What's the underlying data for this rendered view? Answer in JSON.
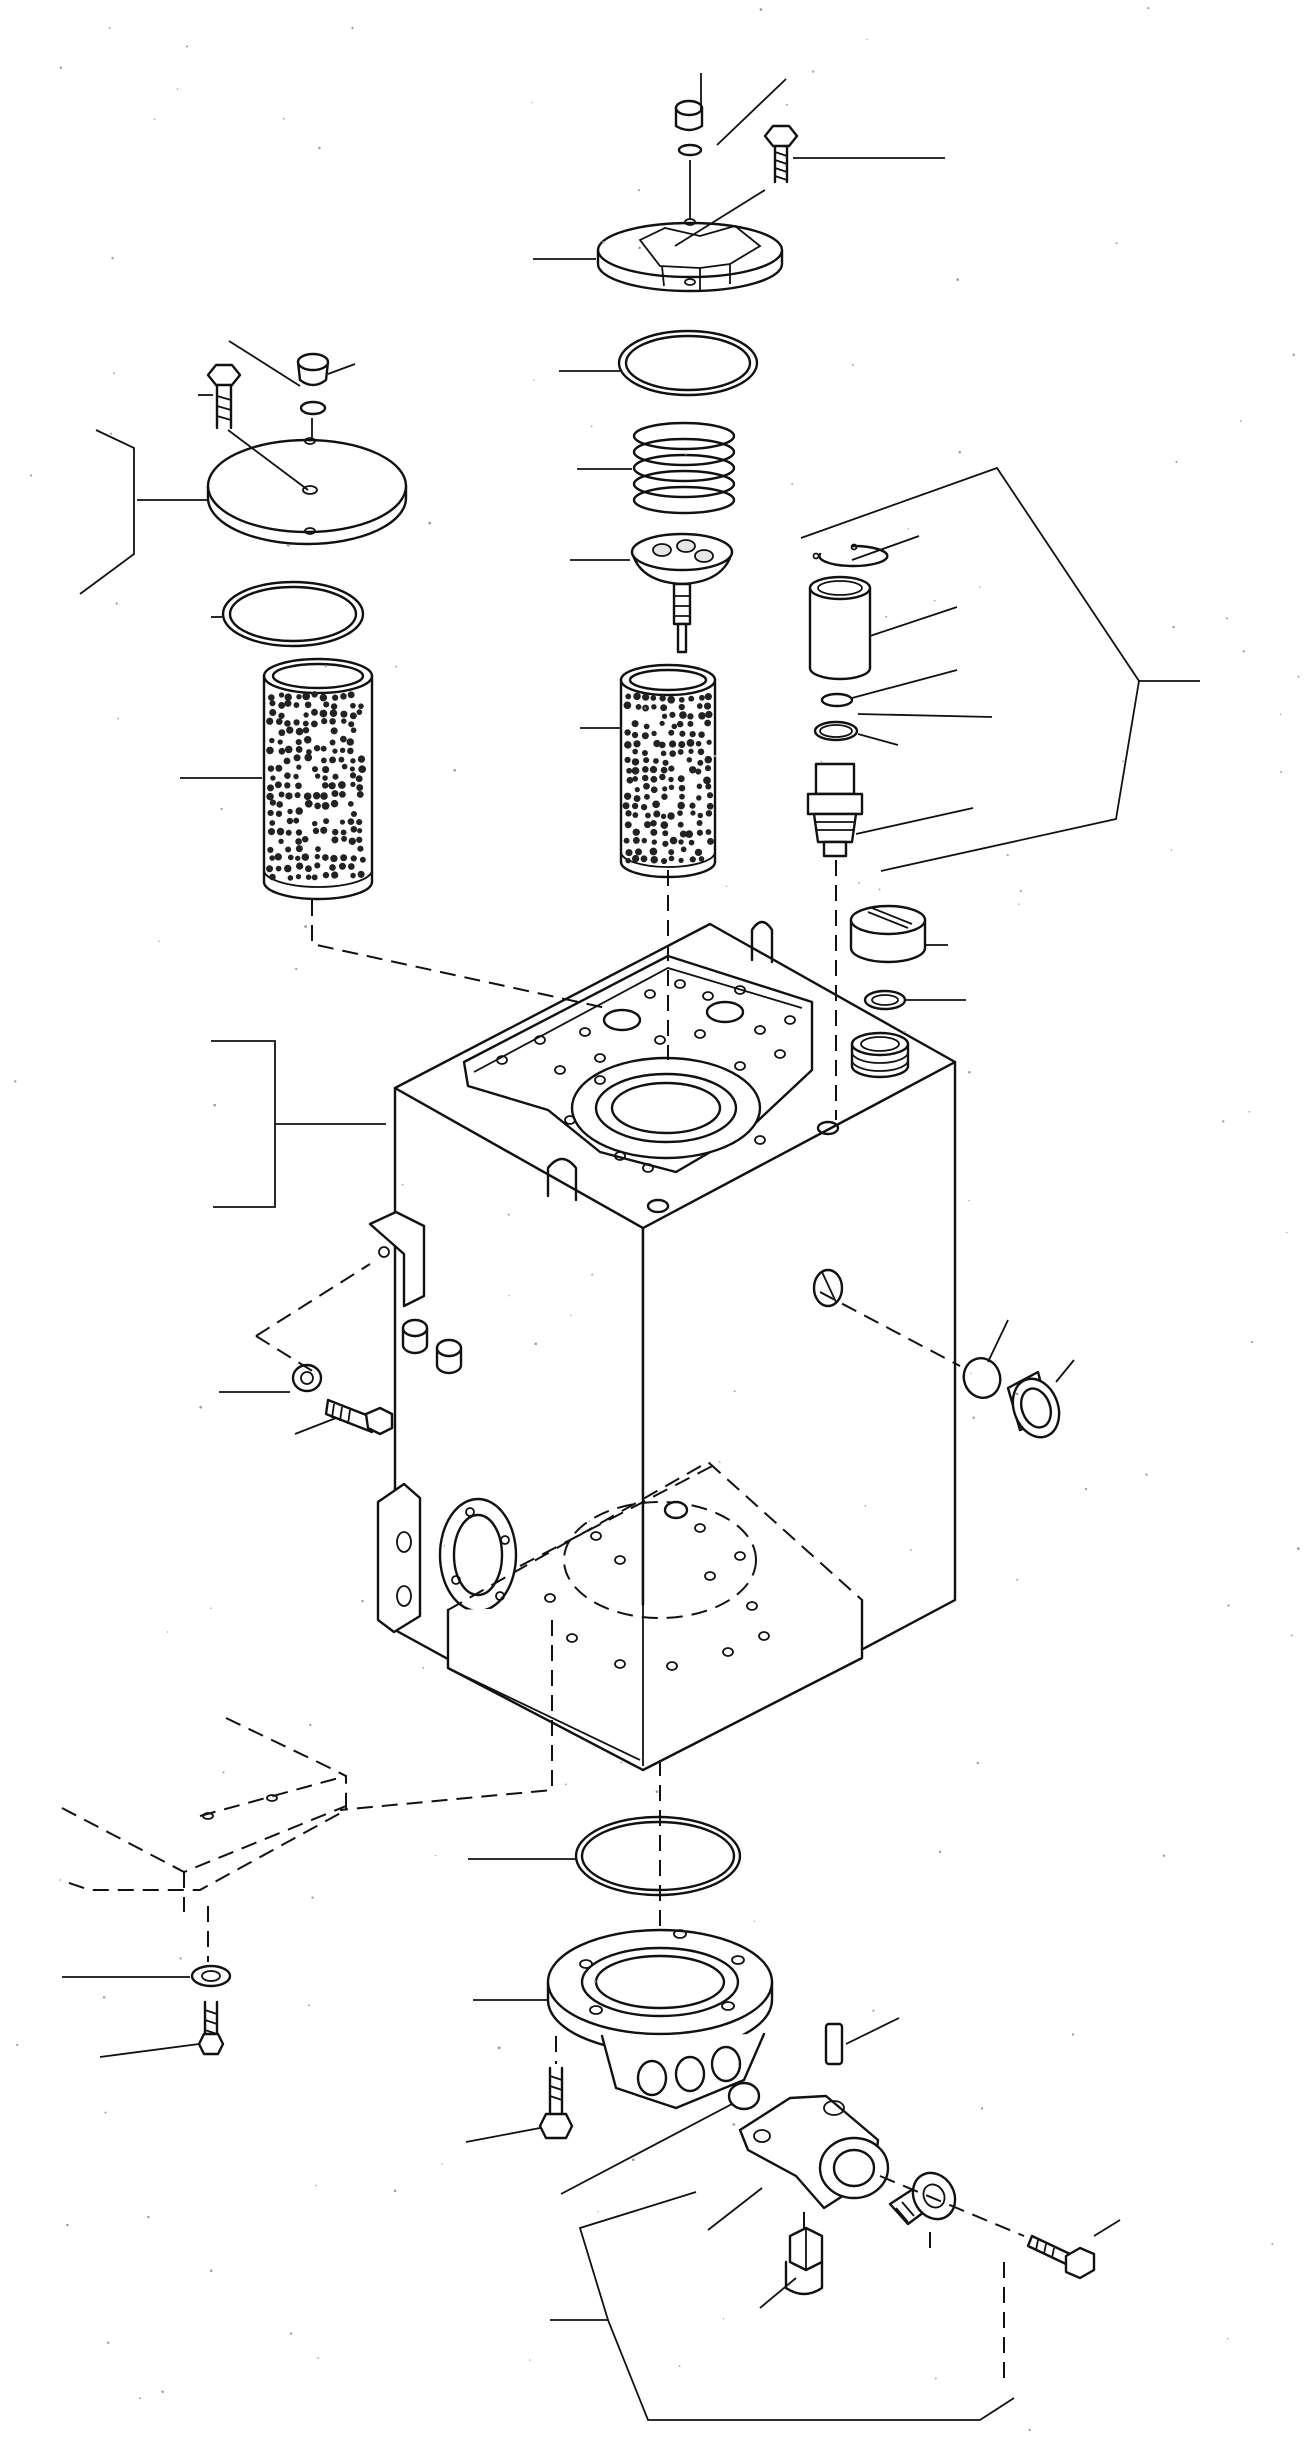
{
  "figure": {
    "kind": "exploded-parts-view",
    "subject": "tank-assembly",
    "line_color": "#111111",
    "background": "#ffffff"
  },
  "parts": [
    {
      "id": "top-cover-bolt"
    },
    {
      "id": "top-cover-plug"
    },
    {
      "id": "top-cover-plug-oring"
    },
    {
      "id": "top-cover"
    },
    {
      "id": "top-oring"
    },
    {
      "id": "spring"
    },
    {
      "id": "valve"
    },
    {
      "id": "strainer-center"
    },
    {
      "id": "left-cover-bolt"
    },
    {
      "id": "left-cover-plug"
    },
    {
      "id": "left-cover"
    },
    {
      "id": "left-oring"
    },
    {
      "id": "strainer-left"
    },
    {
      "id": "breather-snap-ring"
    },
    {
      "id": "breather-element"
    },
    {
      "id": "breather-oring-1"
    },
    {
      "id": "breather-oring-2"
    },
    {
      "id": "breather-valve"
    },
    {
      "id": "filler-cap"
    },
    {
      "id": "filler-gasket"
    },
    {
      "id": "tank-body"
    },
    {
      "id": "bracket-washer"
    },
    {
      "id": "bracket-bolt"
    },
    {
      "id": "sight-gauge-oring"
    },
    {
      "id": "sight-gauge"
    },
    {
      "id": "suction-oring"
    },
    {
      "id": "suction-flange"
    },
    {
      "id": "suction-flange-bolt"
    },
    {
      "id": "mount-washer"
    },
    {
      "id": "mount-bolt"
    },
    {
      "id": "drain-pin"
    },
    {
      "id": "drain-oring"
    },
    {
      "id": "drain-block"
    },
    {
      "id": "drain-plug"
    },
    {
      "id": "drain-valve"
    },
    {
      "id": "drain-block-bolt"
    }
  ]
}
